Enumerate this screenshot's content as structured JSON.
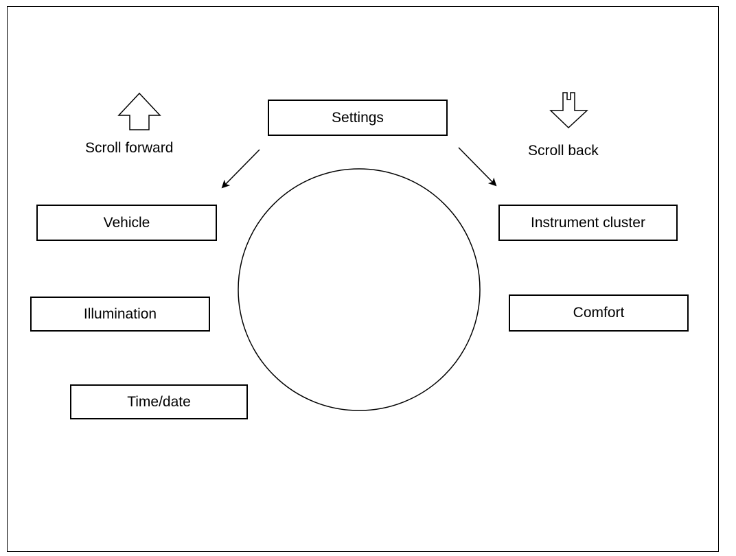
{
  "menu": {
    "center": "Settings",
    "items": [
      "Vehicle",
      "Illumination",
      "Time/date",
      "Instrument cluster",
      "Comfort"
    ]
  },
  "controls": {
    "scroll_forward_label": "Scroll forward",
    "scroll_forward_icon": "arrow-up-outline-icon",
    "scroll_back_label": "Scroll back",
    "scroll_back_icon": "arrow-down-outline-icon"
  },
  "colors": {
    "stroke": "#000000",
    "background": "#ffffff"
  }
}
